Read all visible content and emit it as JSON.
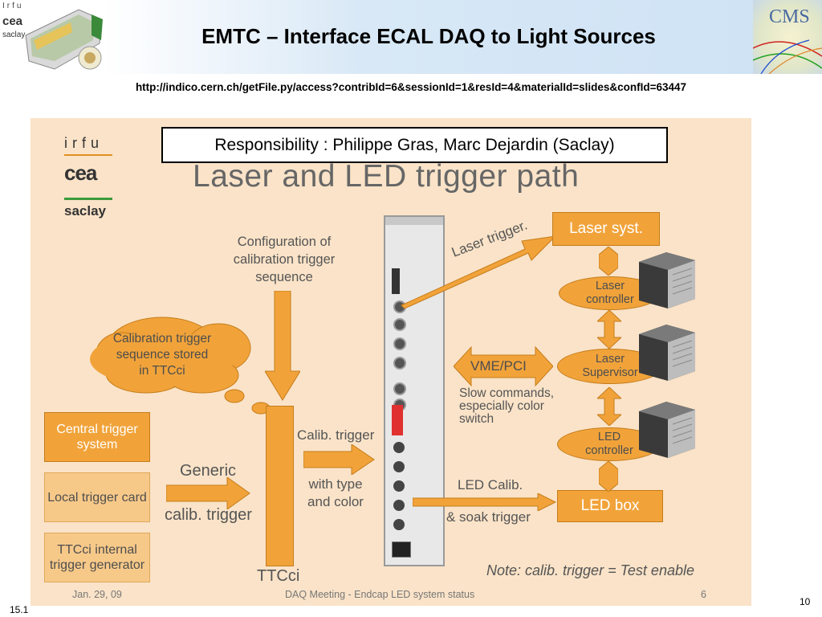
{
  "header": {
    "title": "EMTC – Interface ECAL DAQ to Light Sources",
    "url": "http://indico.cern.ch/getFile.py/access?contribId=6&sessionId=1&resId=4&materialId=slides&confId=63447",
    "left_logo_text": [
      "Irfu",
      "cea",
      "saclay"
    ],
    "right_logo_text": "CMS"
  },
  "responsibility": "Responsibility : Philippe Gras, Marc Dejardin (Saclay)",
  "slide": {
    "title": "Laser and LED trigger path",
    "logo": [
      "irfu",
      "cea",
      "saclay"
    ],
    "config_text": [
      "Configuration of",
      "calibration trigger",
      "sequence"
    ],
    "cloud_text": [
      "Calibration trigger",
      "sequence stored",
      "in TTCci"
    ],
    "sources": [
      {
        "label": "Central trigger system"
      },
      {
        "label": "Local trigger card"
      },
      {
        "label": "TTCci internal trigger generator"
      }
    ],
    "generic_label": [
      "Generic",
      "calib. trigger"
    ],
    "ttcci_label": "TTCci",
    "calib_trigger_label": "Calib. trigger",
    "type_color_label": [
      "with type",
      "and color"
    ],
    "laser_trigger_label": "Laser trigger.",
    "vme_label": "VME/PCI",
    "slow_commands_label": [
      "Slow commands,",
      "especially color",
      "switch"
    ],
    "led_calib_label": "LED Calib.",
    "soak_label": "& soak trigger",
    "laser_syst_label": "Laser syst.",
    "led_box_label": "LED box",
    "laser_controller_label": [
      "Laser",
      "controller"
    ],
    "laser_supervisor_label": [
      "Laser",
      "Supervisor"
    ],
    "led_controller_label": [
      "LED",
      "controller"
    ],
    "note": "Note: calib. trigger = Test enable",
    "footer_date": "Jan. 29, 09",
    "footer_meeting": "DAQ Meeting - Endcap LED system status",
    "footer_num": "6"
  },
  "page": {
    "number": "10",
    "date": "15.1"
  },
  "colors": {
    "orange": "#f1a33a",
    "light_orange": "#f7c989",
    "panel": "#fae3c8",
    "text_gray": "#555555"
  }
}
